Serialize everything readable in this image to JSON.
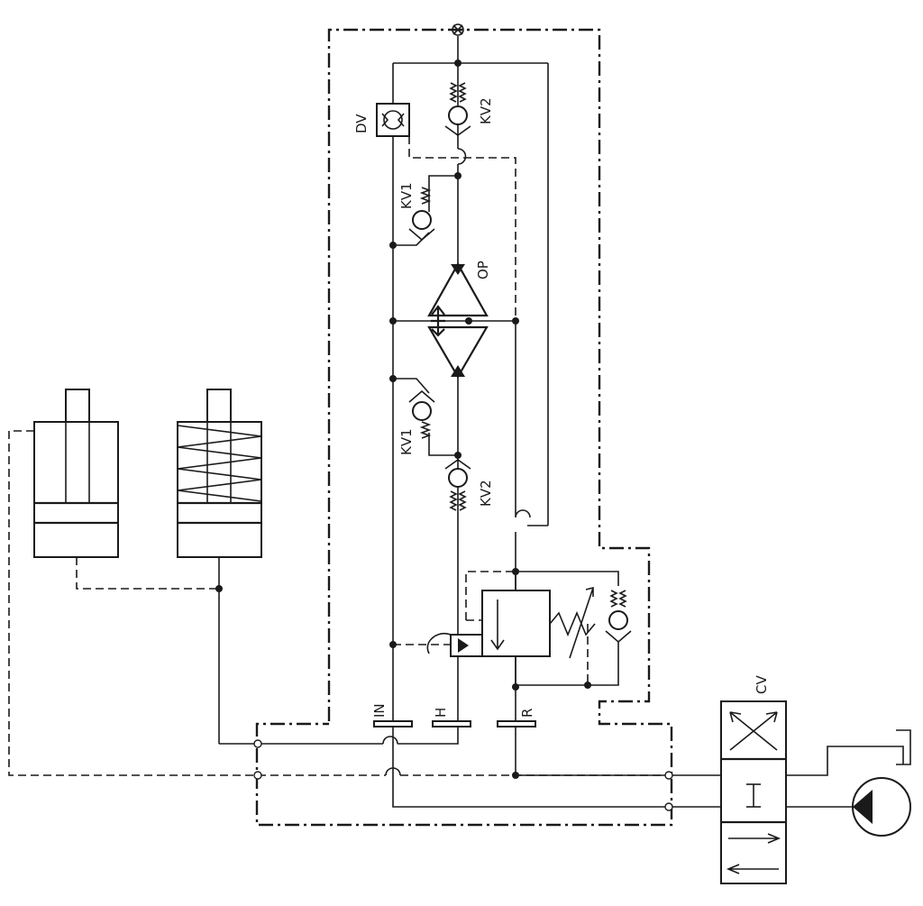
{
  "diagram": {
    "labels": {
      "dv": "DV",
      "kv2_top": "KV2",
      "kv1_top": "KV1",
      "op": "OP",
      "kv1_bottom": "KV1",
      "kv2_bottom": "KV2",
      "port_in": "IN",
      "port_h": "H",
      "port_r": "R",
      "cv": "CV"
    },
    "colors": {
      "ink": "#1a1a1a",
      "paper": "#ffffff"
    }
  }
}
